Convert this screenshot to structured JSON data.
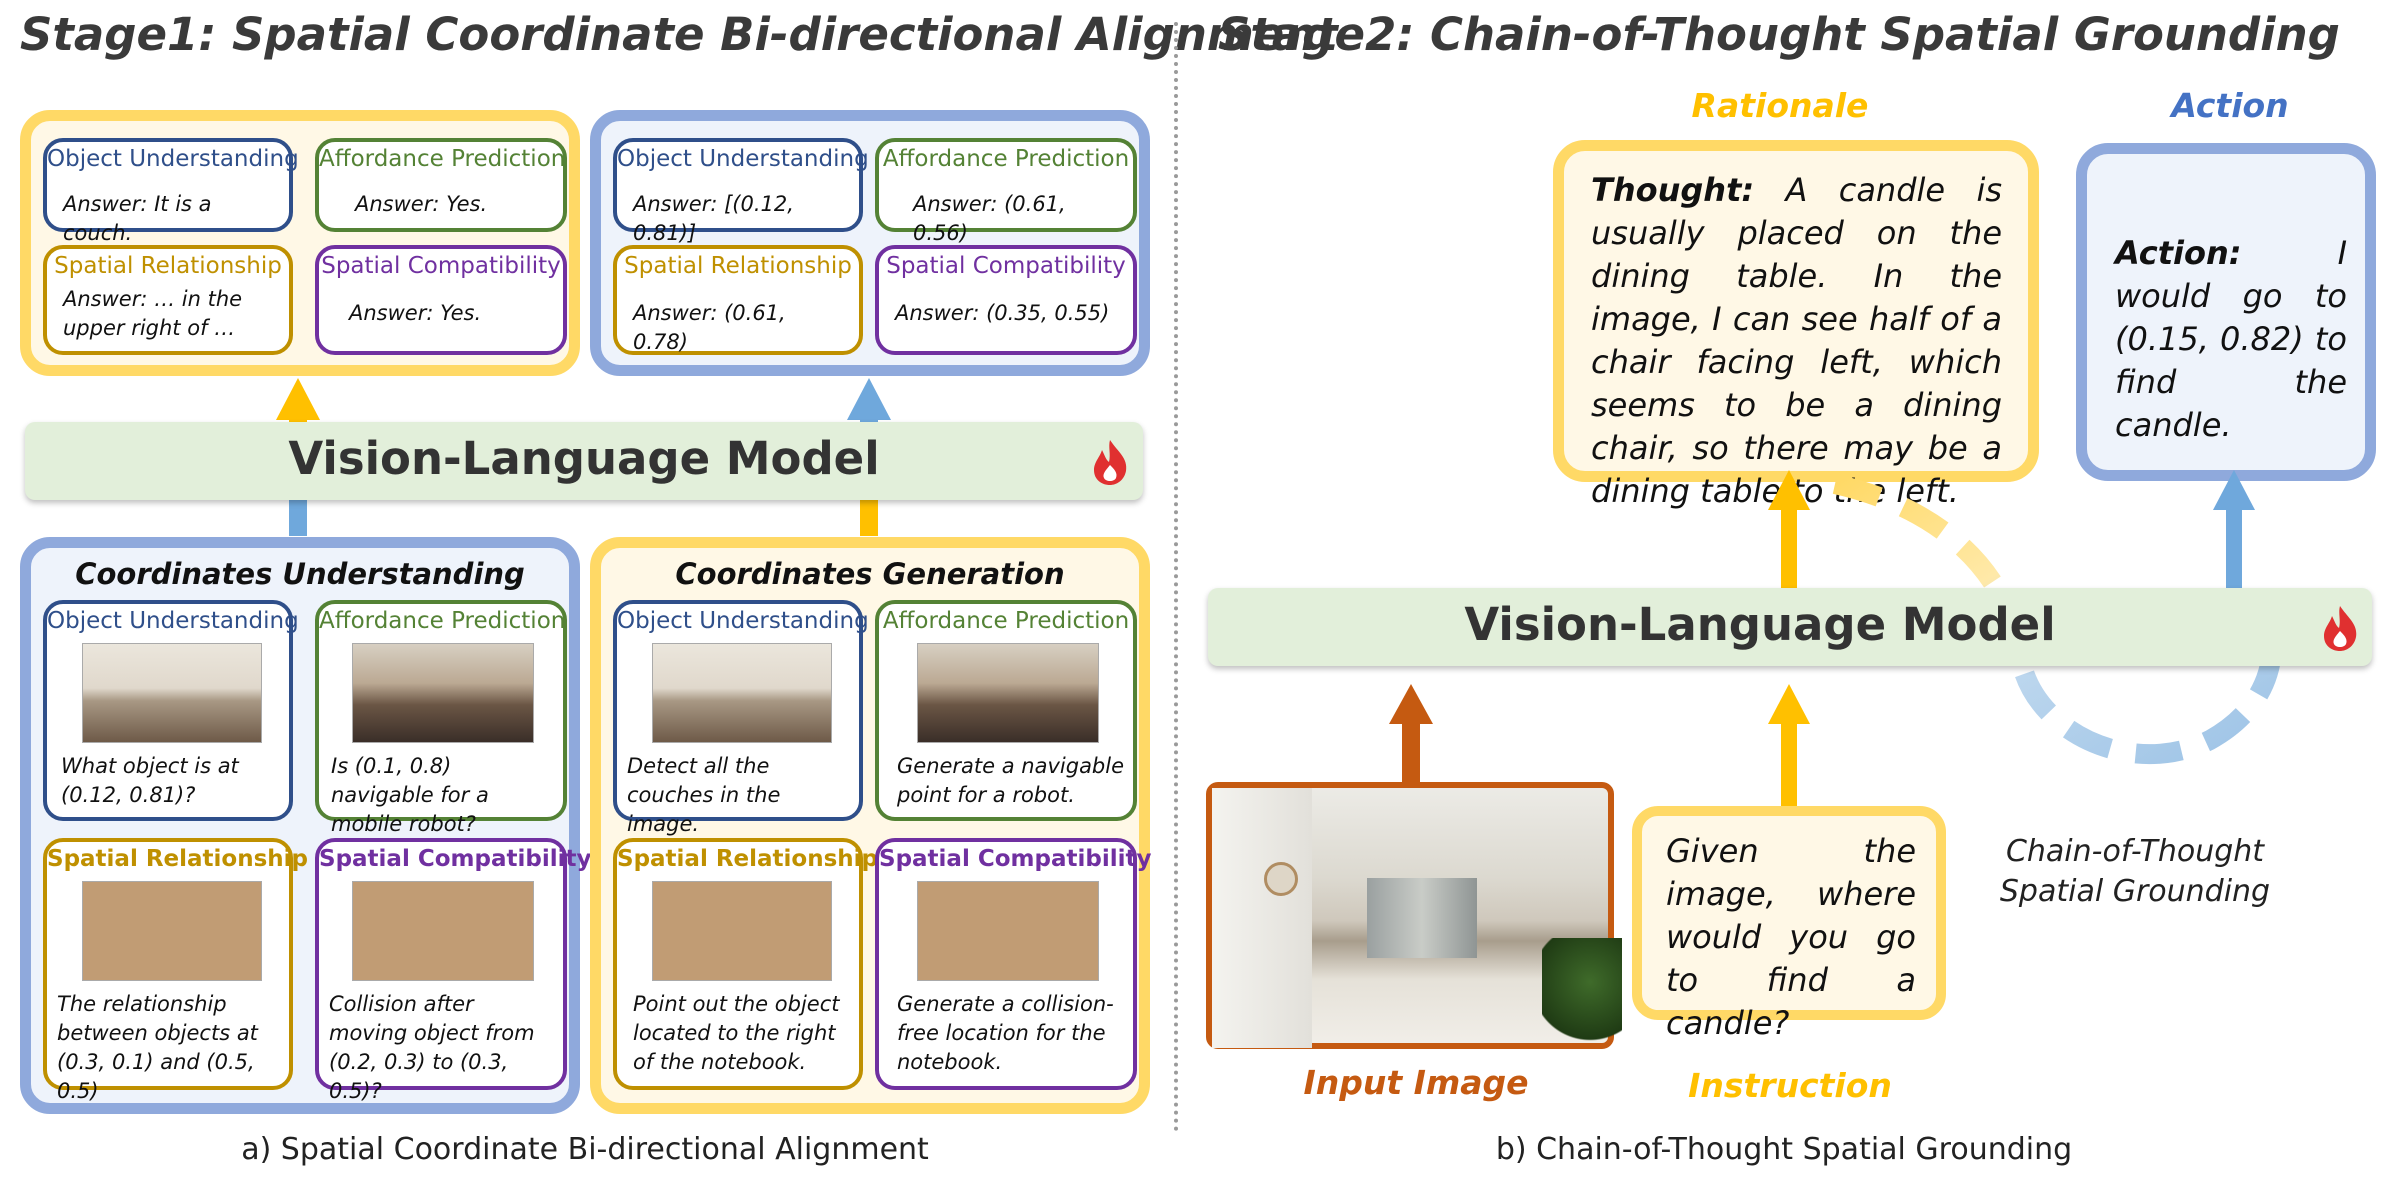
{
  "stage1": {
    "title": "Stage1: Spatial Coordinate Bi-directional Alignment",
    "caption": "a) Spatial Coordinate Bi-directional Alignment",
    "top_left_cards": [
      {
        "title": "Object Understanding",
        "answer": "Answer: It is a couch."
      },
      {
        "title": "Affordance Prediction",
        "answer": "Answer: Yes."
      },
      {
        "title": "Spatial Relationship",
        "answer": "Answer: … in the upper right of …"
      },
      {
        "title": "Spatial Compatibility",
        "answer": "Answer: Yes."
      }
    ],
    "top_right_cards": [
      {
        "title": "Object Understanding",
        "answer": "Answer: [(0.12, 0.81)]"
      },
      {
        "title": "Affordance Prediction",
        "answer": "Answer: (0.61, 0.56)"
      },
      {
        "title": "Spatial Relationship",
        "answer": "Answer: (0.61, 0.78)"
      },
      {
        "title": "Spatial Compatibility",
        "answer": "Answer: (0.35,  0.55)"
      }
    ],
    "vlm_label": "Vision-Language Model",
    "understanding": {
      "title": "Coordinates Understanding",
      "cards": [
        {
          "title": "Object Understanding",
          "text": "What object is at (0.12, 0.81)?"
        },
        {
          "title": "Affordance Prediction",
          "text": "Is (0.1, 0.8) navigable for a mobile robot?"
        },
        {
          "title": "Spatial Relationship",
          "text": "The relationship between objects at (0.3, 0.1) and (0.5, 0.5)"
        },
        {
          "title": "Spatial Compatibility",
          "text": "Collision after moving object from (0.2, 0.3) to (0.3, 0.5)?"
        }
      ]
    },
    "generation": {
      "title": "Coordinates Generation",
      "cards": [
        {
          "title": "Object Understanding",
          "text": "Detect all the couches in the image."
        },
        {
          "title": "Affordance Prediction",
          "text": "Generate a navigable point for a robot."
        },
        {
          "title": "Spatial Relationship",
          "text": "Point out the object located to the right of the notebook."
        },
        {
          "title": "Spatial Compatibility",
          "text": "Generate a collision-free location for the notebook."
        }
      ]
    }
  },
  "stage2": {
    "title": "Stage2: Chain-of-Thought Spatial Grounding",
    "caption": "b) Chain-of-Thought Spatial Grounding",
    "rationale_label": "Rationale",
    "action_label": "Action",
    "thought_prefix": "Thought:",
    "thought_text": " A candle is usually placed on the dining table. In the image, I can see half of a chair facing left, which seems to be a dining chair, so there may be a dining table to the left.",
    "action_prefix": "Action:",
    "action_text": " I would go to (0.15, 0.82) to find the candle.",
    "vlm_label": "Vision-Language Model",
    "instruction_text": "Given the image, where would you go to find a candle?",
    "input_image_label": "Input Image",
    "instruction_label": "Instruction",
    "cot_label_line1": "Chain-of-Thought",
    "cot_label_line2": "Spatial Grounding"
  },
  "colors": {
    "yellow": "#ffd966",
    "blue": "#8fa9dc",
    "vlm_green": "#e2efda",
    "orange": "#c55a11",
    "flame": "#e03030"
  },
  "icons": [
    "flame-icon",
    "flame-icon"
  ]
}
